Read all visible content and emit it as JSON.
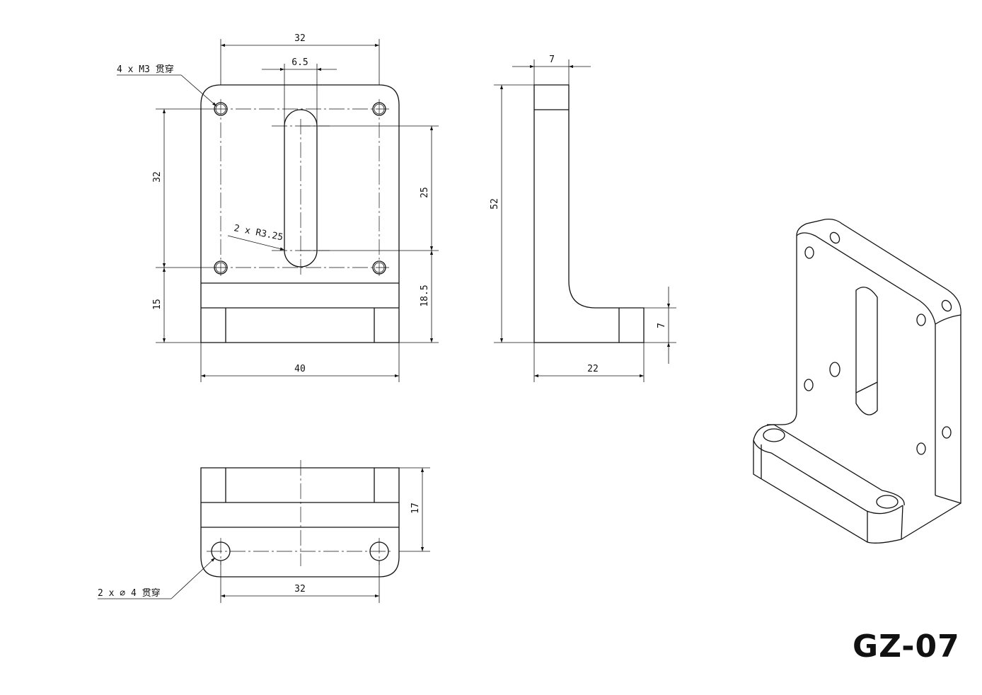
{
  "part_code": "GZ-07",
  "notes": {
    "tapped_holes": "4 x  M3 贯穿",
    "slot_radius": "2 x R3.25",
    "thru_holes": "2 x ∅ 4 贯穿"
  },
  "dimensions": {
    "front_top_width": "32",
    "slot_width": "6.5",
    "hole_vertical_spacing": "32",
    "base_height": "15",
    "slot_length": "25",
    "slot_bottom_offset": "18.5",
    "overall_width": "40",
    "side_thickness": "7",
    "overall_height": "52",
    "foot_thickness": "7",
    "foot_length": "22",
    "bottom_depth": "17",
    "bottom_hole_spacing": "32"
  }
}
